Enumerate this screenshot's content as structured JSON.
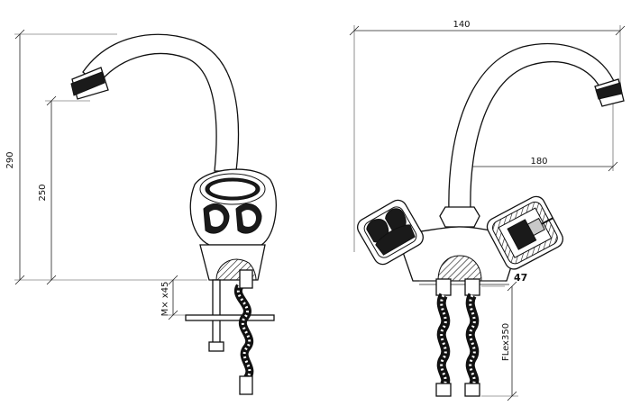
{
  "side_view": {
    "dims": {
      "height_total": "290",
      "height_outlet": "250",
      "thread": "M× x45"
    }
  },
  "front_view": {
    "dims": {
      "width_top": "140",
      "reach": "180",
      "body": "47",
      "hose": "FLex350"
    }
  },
  "colors": {
    "line": "#111111",
    "fill": "#ffffff",
    "dark": "#1a1a1a"
  }
}
